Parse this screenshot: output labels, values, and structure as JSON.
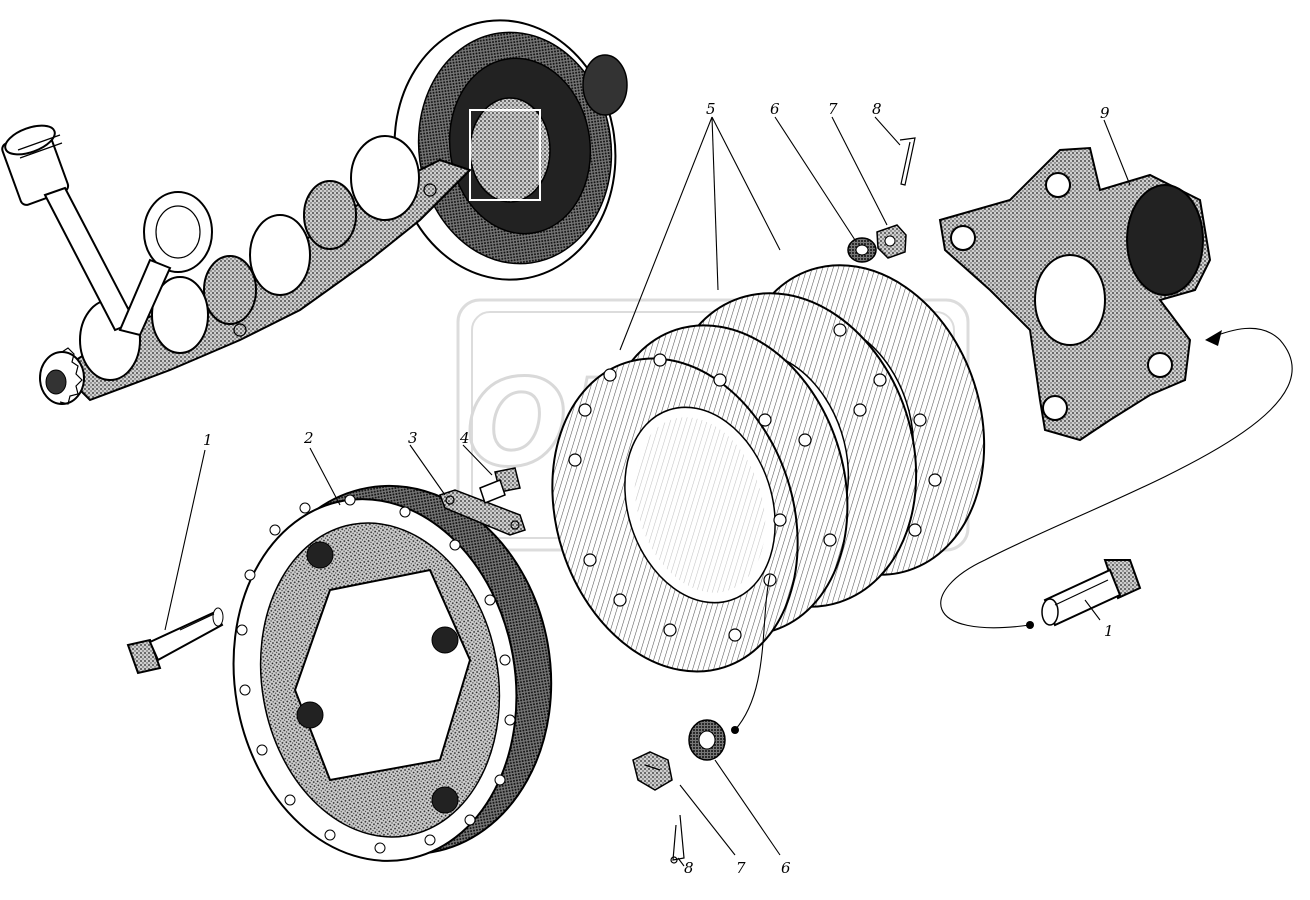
{
  "callouts": {
    "bolt_left": "1",
    "flange": "2",
    "lock_plate": "3",
    "small_bolt": "4",
    "discs": "5",
    "washer_top": "6",
    "nut_top": "7",
    "pin_top": "8",
    "yoke": "9",
    "bolt_right": "1",
    "washer_bottom": "6",
    "nut_bottom": "7",
    "pin_bottom": "8"
  },
  "watermark": "OMEGA"
}
